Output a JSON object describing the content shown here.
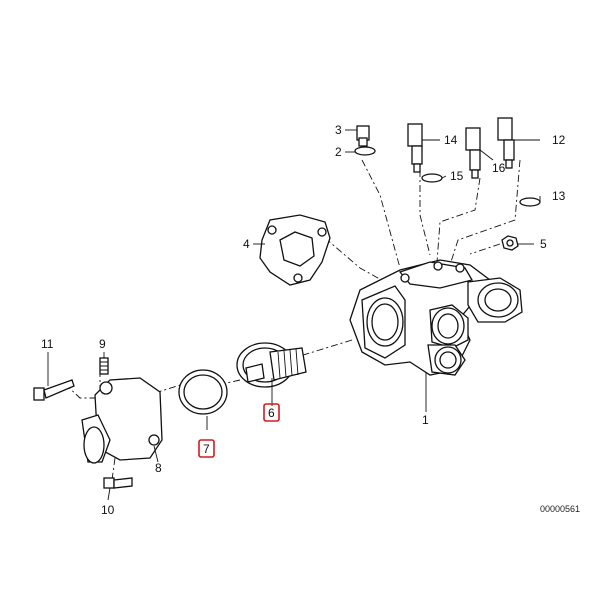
{
  "diagram": {
    "catalog_code": "00000561",
    "highlight_color": "#d41a1a",
    "callouts": [
      {
        "id": "1",
        "label": "1",
        "highlighted": false
      },
      {
        "id": "2",
        "label": "2",
        "highlighted": false
      },
      {
        "id": "3",
        "label": "3",
        "highlighted": false
      },
      {
        "id": "4",
        "label": "4",
        "highlighted": false
      },
      {
        "id": "5",
        "label": "5",
        "highlighted": false
      },
      {
        "id": "6",
        "label": "6",
        "highlighted": true
      },
      {
        "id": "7",
        "label": "7",
        "highlighted": true
      },
      {
        "id": "8",
        "label": "8",
        "highlighted": false
      },
      {
        "id": "9",
        "label": "9",
        "highlighted": false
      },
      {
        "id": "10",
        "label": "10",
        "highlighted": false
      },
      {
        "id": "11",
        "label": "11",
        "highlighted": false
      },
      {
        "id": "12",
        "label": "12",
        "highlighted": false
      },
      {
        "id": "13",
        "label": "13",
        "highlighted": false
      },
      {
        "id": "14",
        "label": "14",
        "highlighted": false
      },
      {
        "id": "15",
        "label": "15",
        "highlighted": false
      },
      {
        "id": "16",
        "label": "16",
        "highlighted": false
      }
    ]
  }
}
